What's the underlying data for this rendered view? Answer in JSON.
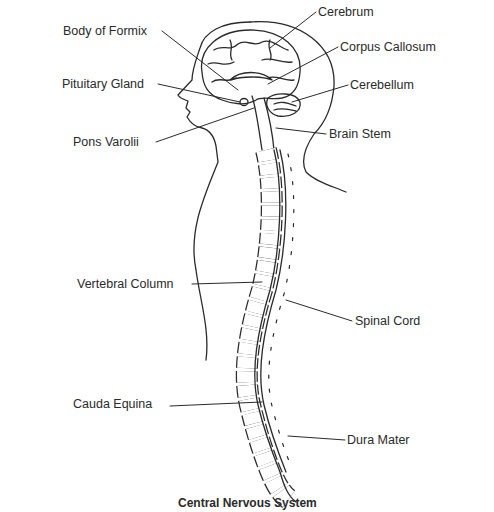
{
  "diagram": {
    "caption": "Central Nervous System",
    "labels": [
      "Cerebrum",
      "Body of Formix",
      "Corpus Callosum",
      "Pituitary Gland",
      "Cerebellum",
      "Pons Varolii",
      "Brain Stem",
      "Vertebral Column",
      "Spinal Cord",
      "Cauda Equina",
      "Dura Mater"
    ]
  }
}
